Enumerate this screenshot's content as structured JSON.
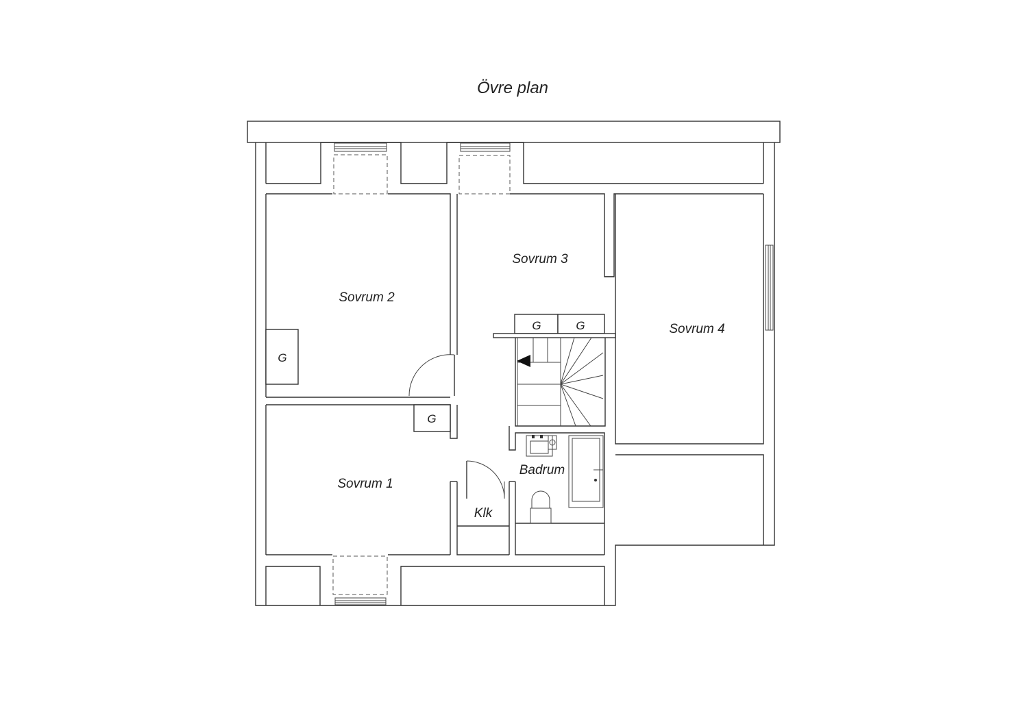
{
  "plan": {
    "title": "Övre plan",
    "rooms": {
      "sovrum2": "Sovrum 2",
      "sovrum3": "Sovrum 3",
      "sovrum4": "Sovrum 4",
      "sovrum1": "Sovrum 1",
      "badrum": "Badrum",
      "klk": "Klk"
    },
    "storage": {
      "g1": "G",
      "g2": "G",
      "g3": "G",
      "g4": "G"
    }
  }
}
